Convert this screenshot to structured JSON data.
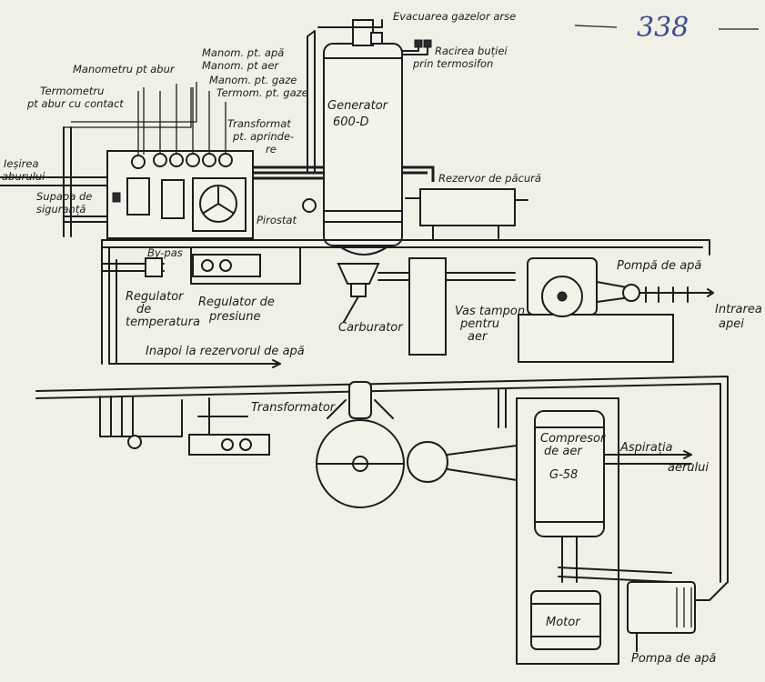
{
  "page_number": "338",
  "labels": {
    "evacuarea": "Evacuarea gazelor arse",
    "racirea_l1": "Racirea buției",
    "racirea_l2": "prin termosifon",
    "manometru_abur": "Manometru pt abur",
    "manom_apa": "Manom. pt. apă",
    "manom_aer": "Manom. pt aer",
    "manom_gaze": "Manom. pt. gaze",
    "termom_gaze": "Termom. pt. gaze",
    "termometru_l1": "Termometru",
    "termometru_l2": "pt abur cu contact",
    "transformat_l1": "Transformat",
    "transformat_l2": "pt. aprinde-",
    "transformat_l3": "re",
    "generator_l1": "Generator",
    "generator_l2": "600-D",
    "iesirea_l1": "Ieșirea",
    "iesirea_l2": "aburului",
    "supapa_l1": "Supapa de",
    "supapa_l2": "siguranță",
    "rezervor_pacura": "Rezervor de păcură",
    "pirostat": "Pirostat",
    "bypas": "By-pas",
    "pompa_apa_top": "Pompă de apă",
    "regulator_temp_l1": "Regulator",
    "regulator_temp_l2": "de",
    "regulator_temp_l3": "temperatura",
    "regulator_pres_l1": "Regulator de",
    "regulator_pres_l2": "presiune",
    "carburator": "Carburator",
    "vas_tampon_l1": "Vas tampon",
    "vas_tampon_l2": "pentru",
    "vas_tampon_l3": "aer",
    "intrarea_l1": "Intrarea",
    "intrarea_l2": "apei",
    "inapoi": "Inapoi la rezervorul de apă",
    "transformator": "Transformator",
    "compresor_l1": "Compresor",
    "compresor_l2": "de aer",
    "compresor_l3": "G-58",
    "aspiratia_l1": "Aspirația",
    "aspiratia_l2": "aerului",
    "motor": "Motor",
    "pompa_apa_bottom": "Pompa de apă"
  }
}
